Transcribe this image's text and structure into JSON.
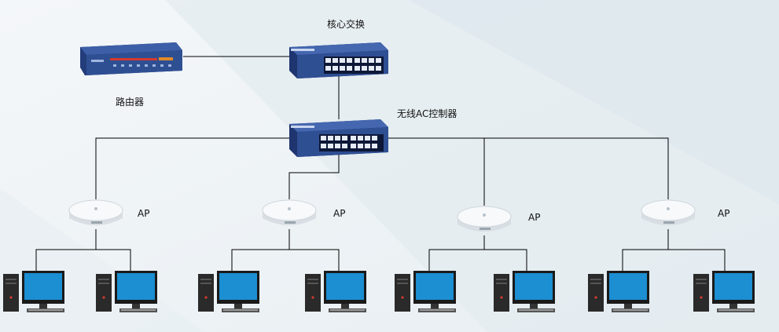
{
  "labels": {
    "router": "路由器",
    "core_switch": "核心交换",
    "ac_controller": "无线AC控制器",
    "ap": "AP"
  },
  "colors": {
    "device_blue": "#2f4f93",
    "device_dark": "#1f3570",
    "link": "#000000",
    "monitor_screen": "#1c8ed2",
    "tower": "#2a2a2a"
  },
  "icons": {
    "router": "router-icon",
    "switch": "switch-icon",
    "ap": "wireless-ap-icon",
    "pc": "desktop-pc-icon"
  }
}
